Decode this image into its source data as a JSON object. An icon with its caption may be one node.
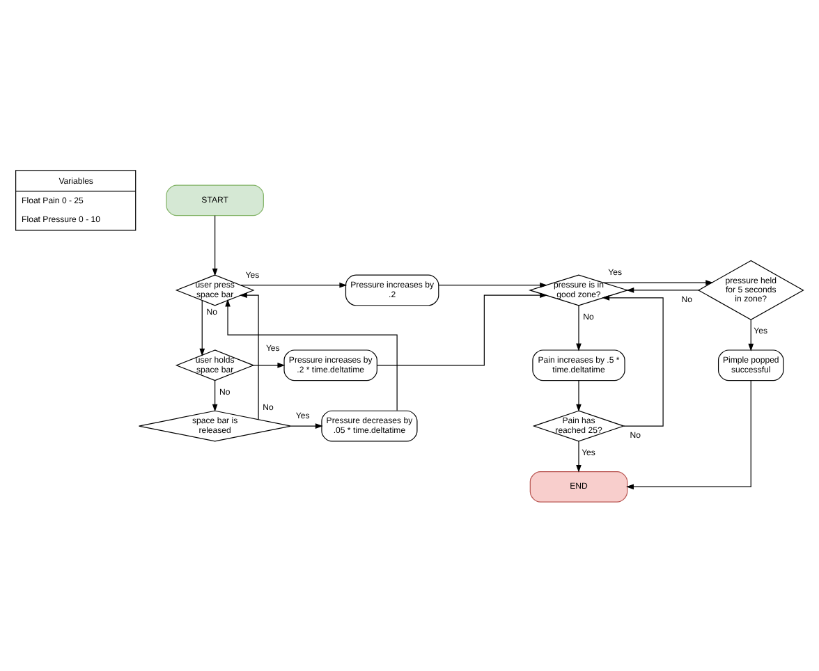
{
  "diagram": {
    "nodes": [
      {
        "text": [
          "Variables",
          "Float Pain 0 - 25",
          "Float Pressure 0 - 10"
        ]
      },
      {
        "text": [
          "START"
        ]
      },
      {
        "text": [
          "user press space bar"
        ]
      },
      {
        "text": [
          "Pressure increases by .2"
        ]
      },
      {
        "text": [
          "pressure is in good zone?"
        ]
      },
      {
        "text": [
          "pressure held for 5 seconds in zone?"
        ]
      },
      {
        "text": [
          "user holds space bar"
        ]
      },
      {
        "text": [
          "Pressure increases by .2 * time.deltatime"
        ]
      },
      {
        "text": [
          "Pain increases by .5 * time.deltatime"
        ]
      },
      {
        "text": [
          "Pimple popped successful"
        ]
      },
      {
        "text": [
          "space bar is released"
        ]
      },
      {
        "text": [
          "Pressure decreases by .05 * time.deltatime"
        ]
      },
      {
        "text": [
          "Pain has reached 25?"
        ]
      },
      {
        "text": [
          "END"
        ]
      }
    ],
    "edges": [
      {
        "from": 1,
        "to": 2,
        "arrow": "to"
      },
      {
        "from": 2,
        "to": 3,
        "arrow": "to",
        "label": "Yes"
      },
      {
        "from": 2,
        "to": 6,
        "arrow": "to",
        "label": "No"
      },
      {
        "from": 3,
        "to": 4,
        "arrow": "to"
      },
      {
        "from": 4,
        "to": 5,
        "arrow": "to",
        "label": "Yes"
      },
      {
        "from": 4,
        "to": 8,
        "arrow": "to",
        "label": "No"
      },
      {
        "from": 5,
        "to": 4,
        "arrow": "to",
        "label": "No"
      },
      {
        "from": 5,
        "to": 9,
        "arrow": "to",
        "label": "Yes"
      },
      {
        "from": 6,
        "to": 7,
        "arrow": "to",
        "label": "Yes"
      },
      {
        "from": 6,
        "to": 10,
        "arrow": "to",
        "label": "No"
      },
      {
        "from": 7,
        "to": 4,
        "arrow": "to"
      },
      {
        "from": 8,
        "to": 12,
        "arrow": "to"
      },
      {
        "from": 9,
        "to": 13,
        "arrow": "to"
      },
      {
        "from": 10,
        "to": 11,
        "arrow": "to",
        "label": "Yes"
      },
      {
        "from": 10,
        "to": 2,
        "arrow": "to",
        "label": "No"
      },
      {
        "from": 11,
        "to": 2,
        "arrow": "to"
      },
      {
        "from": 12,
        "to": 4,
        "arrow": "to",
        "label": "No"
      },
      {
        "from": 12,
        "to": 13,
        "arrow": "to",
        "label": "Yes"
      }
    ]
  }
}
